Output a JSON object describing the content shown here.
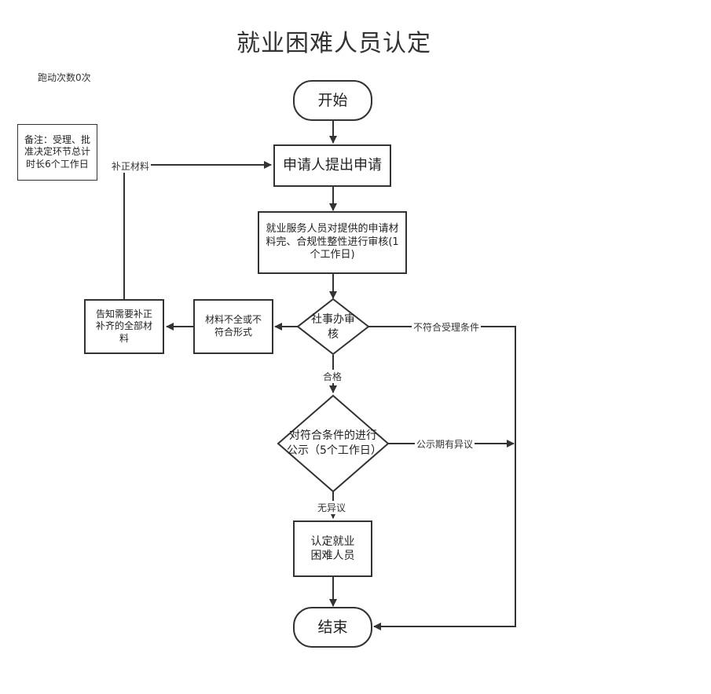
{
  "title": "就业困难人员认定",
  "run_count": "跑动次数0次",
  "note": "备注：受理、批准决定环节总计时长6个工作日",
  "nodes": {
    "start": "开始",
    "apply": "申请人提出申请",
    "review": "就业服务人员对提供的申请材料完、合规性整性进行审核(1个工作日)",
    "community": "社事办审核",
    "incomplete": "材料不全或不符合形式",
    "notify": "告知需要补正补齐的全部材料",
    "publicity": "对符合条件的进行公示（5个工作日）",
    "confirm": "认定就业困难人员",
    "end": "结束"
  },
  "edges": {
    "supplement": "补正材料",
    "not_eligible": "不符合受理条件",
    "qualified": "合格",
    "objection": "公示期有异议",
    "no_objection": "无异议"
  }
}
